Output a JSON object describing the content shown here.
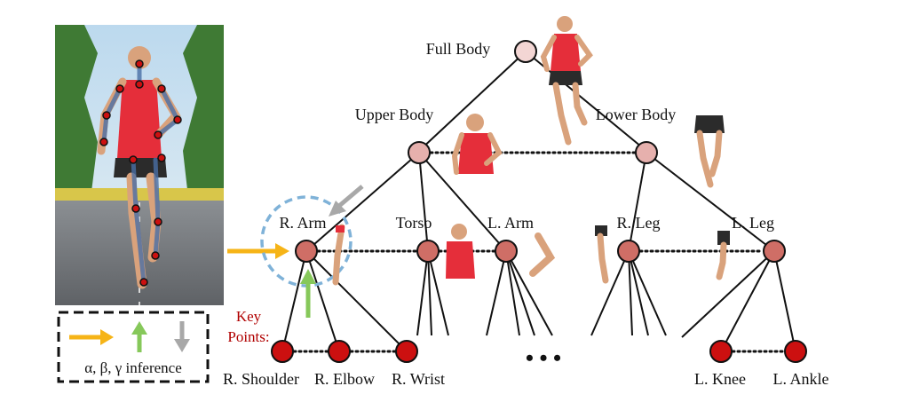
{
  "nodes": {
    "full_body": "Full Body",
    "upper_body": "Upper Body",
    "lower_body": "Lower Body",
    "r_arm": "R. Arm",
    "torso": "Torso",
    "l_arm": "L. Arm",
    "r_leg": "R. Leg",
    "l_leg": "L. Leg"
  },
  "keypoints": {
    "title": "Key\nPoints:",
    "title_line1": "Key",
    "title_line2": "Points:",
    "r_shoulder": "R. Shoulder",
    "r_elbow": "R. Elbow",
    "r_wrist": "R. Wrist",
    "l_knee": "L. Knee",
    "l_ankle": "L. Ankle",
    "ellipsis": "• • •"
  },
  "legend": {
    "text": "α, β, γ inference",
    "arrows": [
      "yellow-right-arrow",
      "green-up-arrow",
      "gray-down-arrow"
    ]
  },
  "colors": {
    "level0_node": "#f3d6d4",
    "level1_node": "#e6b0ad",
    "level2_node": "#cf6e66",
    "keypoint_node": "#cc1010",
    "yellow_arrow": "#f6b417",
    "green_arrow": "#86c85a",
    "gray_arrow": "#a8a8a8",
    "dashed_circle": "#7fb2d8",
    "keypoint_text": "#b00000"
  }
}
